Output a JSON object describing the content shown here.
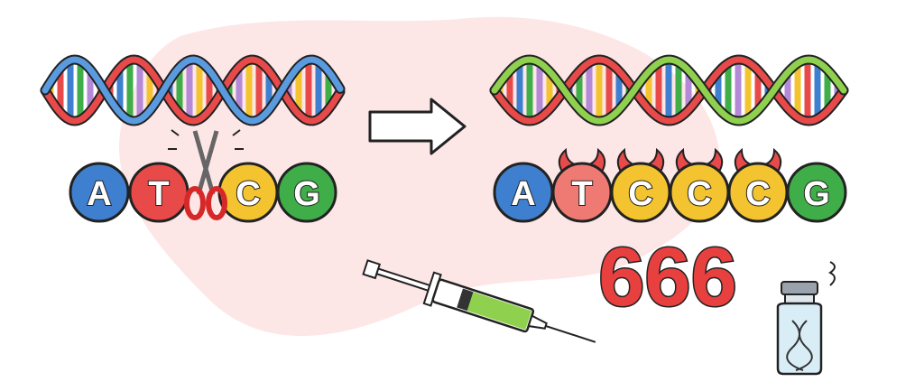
{
  "before": {
    "bases": [
      {
        "letter": "A",
        "color": "#3f7fd0"
      },
      {
        "letter": "T",
        "color": "#e84a4a"
      },
      {
        "letter": "C",
        "color": "#f4c430"
      },
      {
        "letter": "G",
        "color": "#3fae49"
      }
    ]
  },
  "after": {
    "bases": [
      {
        "letter": "A",
        "color": "#3f7fd0",
        "horns": false
      },
      {
        "letter": "T",
        "color": "#ef7a73",
        "horns": true
      },
      {
        "letter": "C",
        "color": "#f4c430",
        "horns": true
      },
      {
        "letter": "C",
        "color": "#f4c430",
        "horns": true
      },
      {
        "letter": "C",
        "color": "#f4c430",
        "horns": true
      },
      {
        "letter": "G",
        "color": "#3fae49",
        "horns": false
      }
    ]
  },
  "number": "666",
  "colors": {
    "blob": "#fde6e6",
    "accent": "#e8403f"
  }
}
